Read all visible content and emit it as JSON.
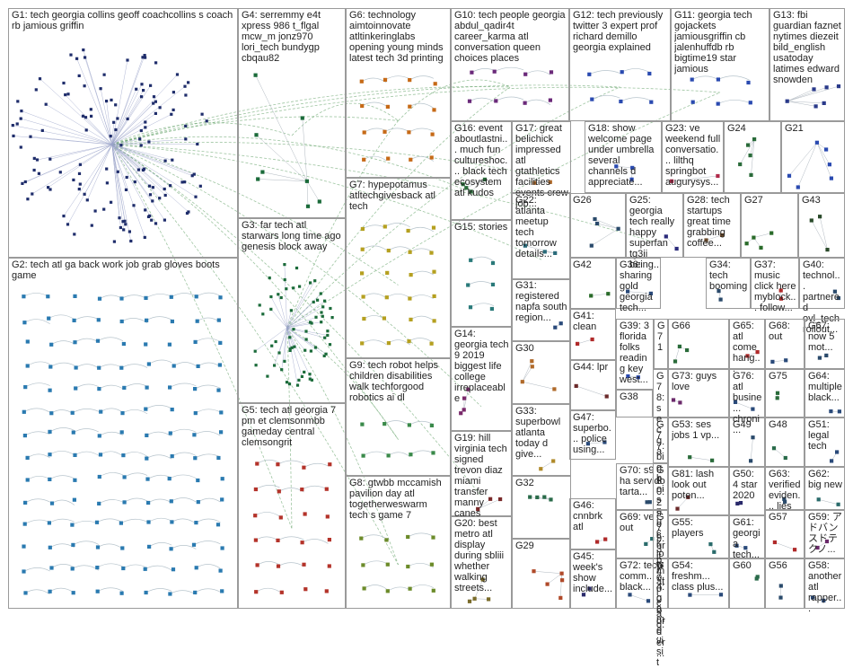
{
  "title": "",
  "groups": [
    {
      "id": "G1",
      "label": "G1: tech georgia collins geoff coachcollins s coach rb jamious griffin",
      "color": "#1f2d6b",
      "kind": "cluster"
    },
    {
      "id": "G2",
      "label": "G2: tech atl ga back work job grab gloves boots game",
      "color": "#2a7ab0",
      "kind": "grid"
    },
    {
      "id": "G3",
      "label": "G3: far tech atl starwars long time ago genesis block away",
      "color": "#1b6b3a",
      "kind": "cluster"
    },
    {
      "id": "G4",
      "label": "G4: serremmy e4t xpress 986 t_flgal mcw_m jonz970 lori_tech bundygp cbqau82",
      "color": "#1b6b3a",
      "kind": "few"
    },
    {
      "id": "G5",
      "label": "G5: tech atl georgia 7 pm et clemsonmbb gameday central clemsongrit",
      "color": "#b4332a",
      "kind": "grid"
    },
    {
      "id": "G6",
      "label": "G6: technology aimtoinnovate atltinkeringlabs opening young minds latest tech 3d printing",
      "color": "#c66a17",
      "kind": "grid"
    },
    {
      "id": "G7",
      "label": "G7: hypepotamus atltechgivesback atl tech",
      "color": "#b5a020",
      "kind": "grid"
    },
    {
      "id": "G8",
      "label": "G8: gtwbb mccamish pavilion day atl togetherweswarm tech s game 7",
      "color": "#6c8b2a",
      "kind": "grid"
    },
    {
      "id": "G9",
      "label": "G9: tech robot helps children disabilities walk techforgood robotics ai dl",
      "color": "#3a8a4a",
      "kind": "grid"
    },
    {
      "id": "G10",
      "label": "G10: tech people georgia abdul_qadir4t career_karma atl conversation queen choices places",
      "color": "#6b2a7a",
      "kind": "grid"
    },
    {
      "id": "G11",
      "label": "G11: georgia tech gojackets jamiousgriffin cb jalenhuffdb rb bigtime19 star jamious",
      "color": "#2a4ab0",
      "kind": "grid"
    },
    {
      "id": "G12",
      "label": "G12: tech previously twitter 3 expert prof richard demillo georgia explained",
      "color": "#2a4ab0",
      "kind": "grid"
    },
    {
      "id": "G13",
      "label": "G13: fbi guardian faznet nytimes diezeit bild_english usatoday latimes edward snowden",
      "color": "#2a3a8a",
      "kind": "few"
    },
    {
      "id": "G14",
      "label": "G14: georgia tech 9 2019 biggest life college irreplaceable",
      "color": "#7a2a6b",
      "kind": "few"
    },
    {
      "id": "G15",
      "label": "G15: stories",
      "color": "#2a7a7a",
      "kind": "grid"
    },
    {
      "id": "G16",
      "label": "G16: event aboutlastni... much fun cultureshoc... black tech ecosystem atl kudos",
      "color": "#2a6b3a",
      "kind": "few"
    },
    {
      "id": "G17",
      "label": "G17: great belichick impressed atl gtathletics facilities events crew job...",
      "color": "#b06a2a",
      "kind": "few"
    },
    {
      "id": "G18",
      "label": "G18: show welcome page under umbrella several channels d appreciate...",
      "color": "#2a4ab0",
      "kind": "few"
    },
    {
      "id": "G19",
      "label": "G19: hill virginia tech signed trevon diaz miami transfer manny canes",
      "color": "#7a2a2a",
      "kind": "few"
    },
    {
      "id": "G20",
      "label": "G20: best metro atl display during sbliii whether walking streets...",
      "color": "#7a6b2a",
      "kind": "few"
    },
    {
      "id": "G21",
      "label": "G21",
      "color": "#2a4ab0",
      "kind": "few"
    },
    {
      "id": "G22",
      "label": "G22: atlanta meetup tech tomorrow details...",
      "color": "#2a6b7a",
      "kind": "few"
    },
    {
      "id": "G23",
      "label": "G23: ve weekend full conversatio... lilthq springbot augurysys...",
      "color": "#b02a4a",
      "kind": "few"
    },
    {
      "id": "G24",
      "label": "G24",
      "color": "#2a6b3a",
      "kind": "few"
    },
    {
      "id": "G25",
      "label": "G25: georgia tech really happy superfan tg3ii being...",
      "color": "#2a2a7a",
      "kind": "few"
    },
    {
      "id": "G26",
      "label": "G26",
      "color": "#2a4a6b",
      "kind": "few"
    },
    {
      "id": "G27",
      "label": "G27",
      "color": "#2a6b2a",
      "kind": "few"
    },
    {
      "id": "G28",
      "label": "G28: tech startups great time grabbing coffee...",
      "color": "#6b4a2a",
      "kind": "few"
    },
    {
      "id": "G29",
      "label": "G29",
      "color": "#b04a2a",
      "kind": "few"
    },
    {
      "id": "G30",
      "label": "G30",
      "color": "#b06a2a",
      "kind": "few"
    },
    {
      "id": "G31",
      "label": "G31: registered napfa south region...",
      "color": "#2a4a7a",
      "kind": "few"
    },
    {
      "id": "G32",
      "label": "G32",
      "color": "#2a6b4a",
      "kind": "few"
    },
    {
      "id": "G33",
      "label": "G33: superbowl atlanta today d give...",
      "color": "#b08a2a",
      "kind": "few"
    },
    {
      "id": "G34",
      "label": "G34: tech booming",
      "color": "#2a4a6b",
      "kind": "few"
    },
    {
      "id": "G36",
      "label": "G36: sharing gold georgia tech...",
      "color": "#2a4a7a",
      "kind": "few"
    },
    {
      "id": "G37",
      "label": "G37: music click here myblock... follow...",
      "color": "#b02a2a",
      "kind": "few"
    },
    {
      "id": "G38",
      "label": "G38",
      "color": "#2a6b7a",
      "kind": "few"
    },
    {
      "id": "G39",
      "label": "G39: 3 florida folks reading key west...",
      "color": "#2a4ab0",
      "kind": "few"
    },
    {
      "id": "G40",
      "label": "G40: technol... partnered ovl_tech rollout...",
      "color": "#2a4a6b",
      "kind": "few"
    },
    {
      "id": "G41",
      "label": "G41: clean",
      "color": "#b02a2a",
      "kind": "few"
    },
    {
      "id": "G42",
      "label": "G42",
      "color": "#2a6b2a",
      "kind": "few"
    },
    {
      "id": "G43",
      "label": "G43",
      "color": "#2a4a2a",
      "kind": "few"
    },
    {
      "id": "G44",
      "label": "G44: lpr",
      "color": "#6b2a2a",
      "kind": "few"
    },
    {
      "id": "G45",
      "label": "G45: week's show include...",
      "color": "#2a2a6b",
      "kind": "few"
    },
    {
      "id": "G46",
      "label": "G46: cnnbrk atl",
      "color": "#b02a2a",
      "kind": "few"
    },
    {
      "id": "G47",
      "label": "G47: superbo... police using...",
      "color": "#2a4a7a",
      "kind": "few"
    },
    {
      "id": "G48",
      "label": "G48",
      "color": "#2a6b4a",
      "kind": "few"
    },
    {
      "id": "G49",
      "label": "G49",
      "color": "#2a4a6b",
      "kind": "few"
    },
    {
      "id": "G50",
      "label": "G50: 4 star 2020",
      "color": "#2a2a6b",
      "kind": "few"
    },
    {
      "id": "G51",
      "label": "G51: legal tech",
      "color": "#2a4a7a",
      "kind": "few"
    },
    {
      "id": "G53",
      "label": "G53: ses jobs 1 vp...",
      "color": "#2a6b3a",
      "kind": "few"
    },
    {
      "id": "G54",
      "label": "G54: freshm... class plus...",
      "color": "#2a4a7a",
      "kind": "few"
    },
    {
      "id": "G55",
      "label": "G55: players",
      "color": "#2a6b6b",
      "kind": "few"
    },
    {
      "id": "G56",
      "label": "G56",
      "color": "#2a4a6b",
      "kind": "few"
    },
    {
      "id": "G57",
      "label": "G57",
      "color": "#b02a2a",
      "kind": "few"
    },
    {
      "id": "G58",
      "label": "G58: another atl rapper...",
      "color": "#2a4a7a",
      "kind": "few"
    },
    {
      "id": "G59",
      "label": "G59: アドバンスドテクノ...",
      "color": "#6b2a6b",
      "kind": "few"
    },
    {
      "id": "G60",
      "label": "G60",
      "color": "#2a6b4a",
      "kind": "few"
    },
    {
      "id": "G61",
      "label": "G61: georgia tech...",
      "color": "#2a4a7a",
      "kind": "few"
    },
    {
      "id": "G62",
      "label": "G62: big new",
      "color": "#2a6b6b",
      "kind": "few"
    },
    {
      "id": "G63",
      "label": "G63: verified eviden... lies",
      "color": "#2a4a6b",
      "kind": "few"
    },
    {
      "id": "G64",
      "label": "G64: multiple black...",
      "color": "#2a4a7a",
      "kind": "few"
    },
    {
      "id": "G65",
      "label": "G65: atl come hang...",
      "color": "#b02a2a",
      "kind": "few"
    },
    {
      "id": "G66",
      "label": "G66",
      "color": "#2a6b3a",
      "kind": "few"
    },
    {
      "id": "G67",
      "label": "G67: now 5 mot...",
      "color": "#2a4a6b",
      "kind": "few"
    },
    {
      "id": "G68",
      "label": "G68: out",
      "color": "#2a4a7a",
      "kind": "few"
    },
    {
      "id": "G69",
      "label": "G69: ve out",
      "color": "#2a6b6b",
      "kind": "few"
    },
    {
      "id": "G70",
      "label": "G70: s9 ha servido tarta...",
      "color": "#2a4a6b",
      "kind": "few"
    },
    {
      "id": "G71",
      "label": "G71",
      "color": "#b06a2a",
      "kind": "few"
    },
    {
      "id": "G72",
      "label": "G72: tech comm... black...",
      "color": "#2a4a7a",
      "kind": "few"
    },
    {
      "id": "G73",
      "label": "G73: guys love",
      "color": "#6b2a6b",
      "kind": "few"
    },
    {
      "id": "G74",
      "label": "G74: game visit",
      "color": "#2a4a6b",
      "kind": "few"
    },
    {
      "id": "G75",
      "label": "G75",
      "color": "#2a6b3a",
      "kind": "few"
    },
    {
      "id": "G76",
      "label": "G76: atl busine... chroni...",
      "color": "#2a4a7a",
      "kind": "few"
    },
    {
      "id": "G77",
      "label": "G77: big boi snuck low...",
      "color": "#b02a2a",
      "kind": "few"
    },
    {
      "id": "G78",
      "label": "G78: sec ga",
      "color": "#2a4a6b",
      "kind": "few"
    },
    {
      "id": "G79",
      "label": "G79: 3pm atl cad...",
      "color": "#2a6b6b",
      "kind": "few"
    },
    {
      "id": "G80",
      "label": "G80: 2 security 000 border...",
      "color": "#2a4a7a",
      "kind": "few"
    },
    {
      "id": "G81",
      "label": "G81: lash look out poten...",
      "color": "#6b2a2a",
      "kind": "few"
    }
  ]
}
